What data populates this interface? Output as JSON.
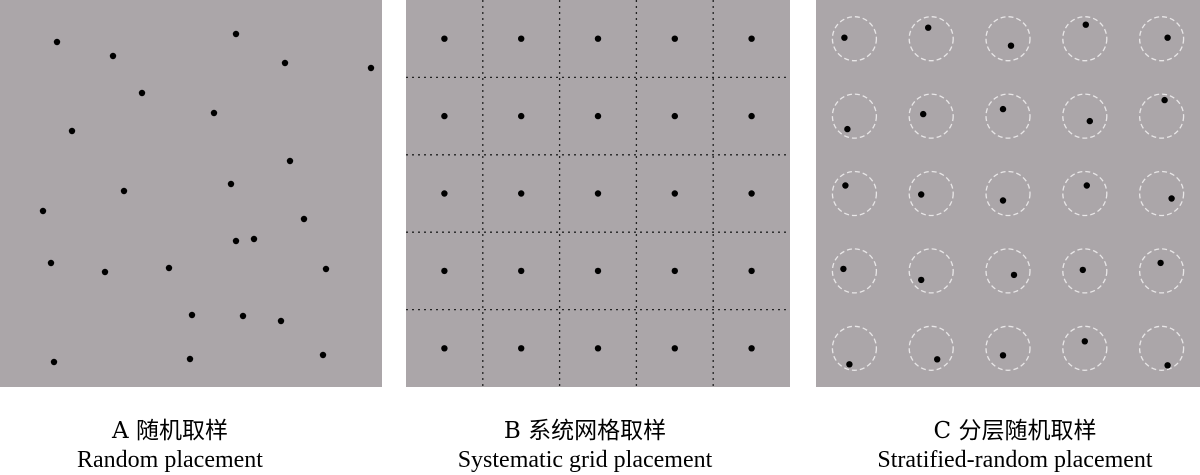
{
  "panels": {
    "a": {
      "letter": "A",
      "title_cn": "随机取样",
      "title_en": "Random placement",
      "points": [
        [
          57,
          42
        ],
        [
          236,
          34
        ],
        [
          113,
          56
        ],
        [
          285,
          63
        ],
        [
          371,
          68
        ],
        [
          142,
          93
        ],
        [
          214,
          113
        ],
        [
          72,
          131
        ],
        [
          290,
          161
        ],
        [
          124,
          191
        ],
        [
          231,
          184
        ],
        [
          43,
          211
        ],
        [
          304,
          219
        ],
        [
          236,
          241
        ],
        [
          254,
          239
        ],
        [
          51,
          263
        ],
        [
          105,
          272
        ],
        [
          169,
          268
        ],
        [
          326,
          269
        ],
        [
          192,
          315
        ],
        [
          243,
          316
        ],
        [
          281,
          321
        ],
        [
          54,
          362
        ],
        [
          190,
          359
        ],
        [
          323,
          355
        ]
      ]
    },
    "b": {
      "letter": "B",
      "title_cn": "系统网格取样",
      "title_en": "Systematic grid placement",
      "rows": 5,
      "cols": 5
    },
    "c": {
      "letter": "C",
      "title_cn": "分层随机取样",
      "title_en": "Stratified-random placement",
      "rows": 5,
      "cols": 5,
      "points": [
        [
          [
            -10,
            -1
          ],
          [
            -3,
            -11
          ],
          [
            3,
            7
          ],
          [
            1,
            -14
          ],
          [
            6,
            -1
          ]
        ],
        [
          [
            -7,
            13
          ],
          [
            -8,
            -2
          ],
          [
            -5,
            -7
          ],
          [
            5,
            5
          ],
          [
            3,
            -16
          ]
        ],
        [
          [
            -9,
            -8
          ],
          [
            -10,
            1
          ],
          [
            -5,
            7
          ],
          [
            2,
            -8
          ],
          [
            10,
            5
          ]
        ],
        [
          [
            -11,
            -2
          ],
          [
            -10,
            9
          ],
          [
            6,
            4
          ],
          [
            -2,
            -1
          ],
          [
            -1,
            -8
          ]
        ],
        [
          [
            -5,
            16
          ],
          [
            6,
            11
          ],
          [
            -5,
            7
          ],
          [
            0,
            -7
          ],
          [
            6,
            17
          ]
        ]
      ]
    }
  }
}
